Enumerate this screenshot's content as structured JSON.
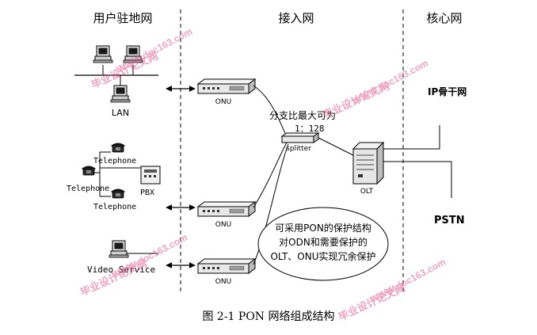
{
  "sections": {
    "user": "用户驻地网",
    "access": "接入网",
    "core": "核心网"
  },
  "devices": {
    "onu_label": "ONU",
    "splitter_label": "splitter",
    "olt_label": "OLT",
    "lan_label": "LAN",
    "telephone_label": "Telephone",
    "pbx_label": "PBX",
    "video_label": "Video Service"
  },
  "network": {
    "ip_label": "IP骨干网",
    "pstn_label": "PSTN"
  },
  "split_ratio": {
    "line1": "分支比最大可为",
    "line2": "1：128"
  },
  "note": {
    "line1": "可采用PON的保护结构",
    "line2": "对ODN和需要保护的",
    "line3": "OLT、ONU实现冗余保护"
  },
  "caption": "图 2-1 PON 网络组成结构",
  "watermark": {
    "text1": "毕业设计论文网",
    "text2": "WWW.doc163.com",
    "color": "#e05a8a"
  }
}
